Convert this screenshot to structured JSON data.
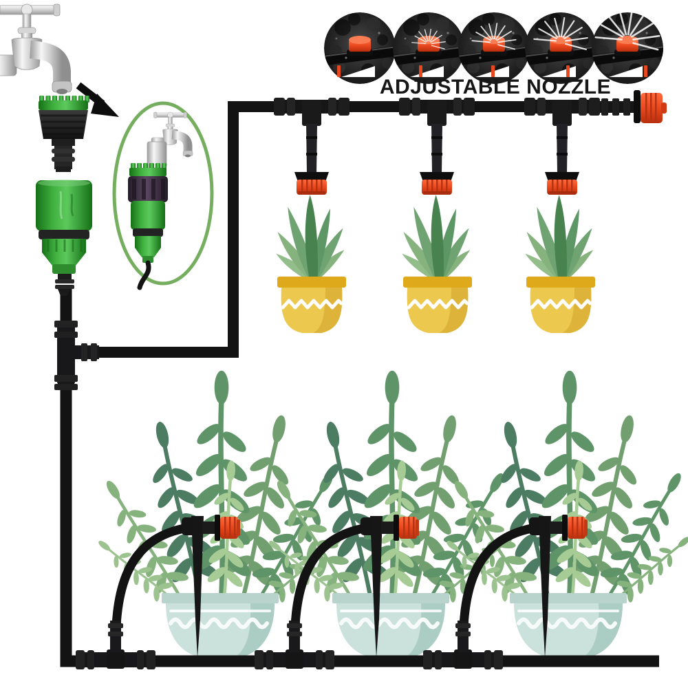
{
  "caption": {
    "text": "ADJUSTABLE NOZZLE"
  },
  "nozzle_gallery": {
    "photo_count": 5,
    "levels": [
      "closed",
      "low",
      "medium",
      "high",
      "max"
    ],
    "tick_positions": [
      0.05,
      0.3,
      0.45,
      0.65,
      0.95
    ]
  },
  "scene": {
    "hanging_drippers": 3,
    "small_potted_plants": 3,
    "large_potted_plants": 3,
    "stake_drippers": 3,
    "tee_connectors": 4,
    "end_nozzles": 1
  },
  "colors": {
    "tube_black": "#131313",
    "connector_green": "#2F9E2F",
    "collar_purple": "#3E2F44",
    "nozzle_red": "#E8481E",
    "pot_yellow": "#ECC84E",
    "pot_yellow_rim": "#DFA91C",
    "pot_teal": "#CBE1DB",
    "pot_teal_shadow": "#ABCDC3",
    "oval_green": "#76AE5F",
    "leaf_dark": "#4C7C62",
    "leaf_light": "#9CC38F",
    "chrome": "#D6D6D6"
  }
}
